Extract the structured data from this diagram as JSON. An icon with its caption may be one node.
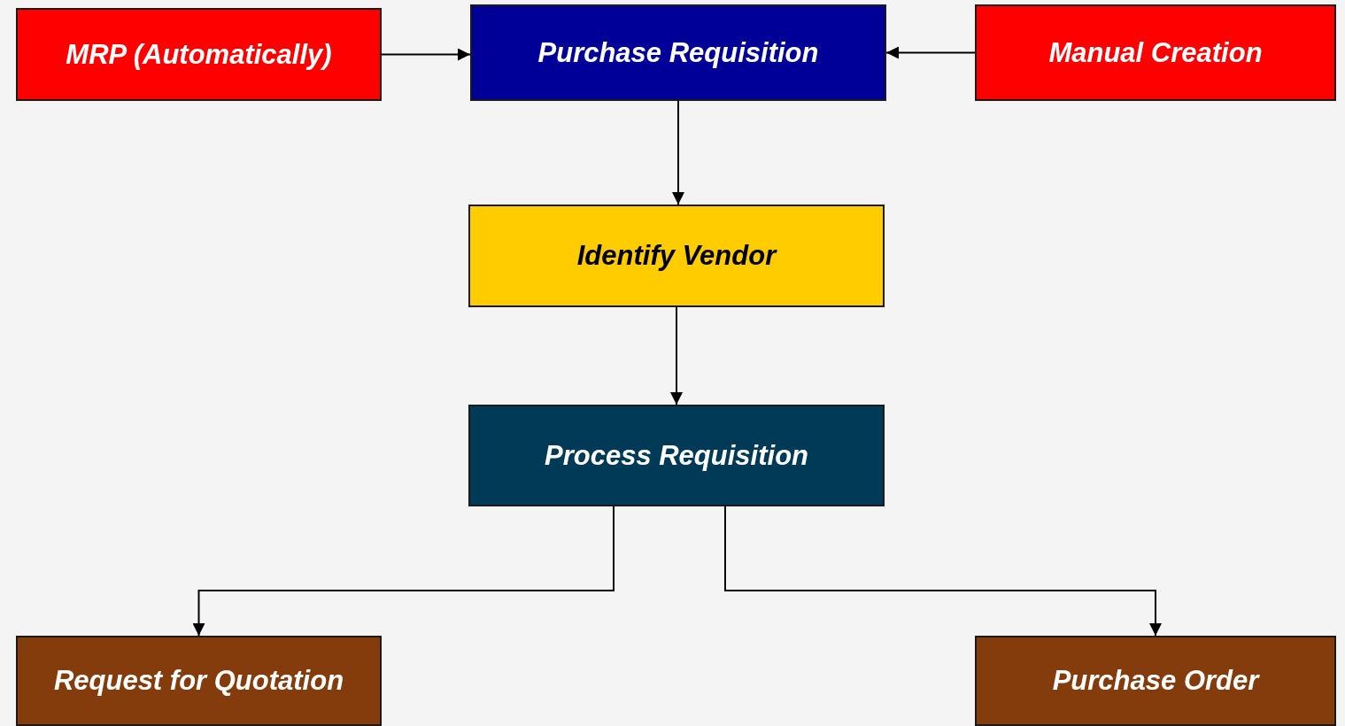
{
  "diagram": {
    "nodes": [
      {
        "text": [
          "MRP (Automatically)"
        ]
      },
      {
        "text": [
          "Purchase Requisition"
        ]
      },
      {
        "text": [
          "Manual Creation"
        ]
      },
      {
        "text": [
          "Identify Vendor"
        ]
      },
      {
        "text": [
          "Process Requisition"
        ]
      },
      {
        "text": [
          "Request for Quotation"
        ]
      },
      {
        "text": [
          "Purchase Order"
        ]
      }
    ],
    "edges": [
      {
        "from": 0,
        "to": 1,
        "arrow": "to"
      },
      {
        "from": 2,
        "to": 1,
        "arrow": "to"
      },
      {
        "from": 1,
        "to": 3,
        "arrow": "to"
      },
      {
        "from": 3,
        "to": 4,
        "arrow": "to"
      },
      {
        "from": 4,
        "to": 5,
        "arrow": "to"
      },
      {
        "from": 4,
        "to": 6,
        "arrow": "to"
      }
    ]
  }
}
